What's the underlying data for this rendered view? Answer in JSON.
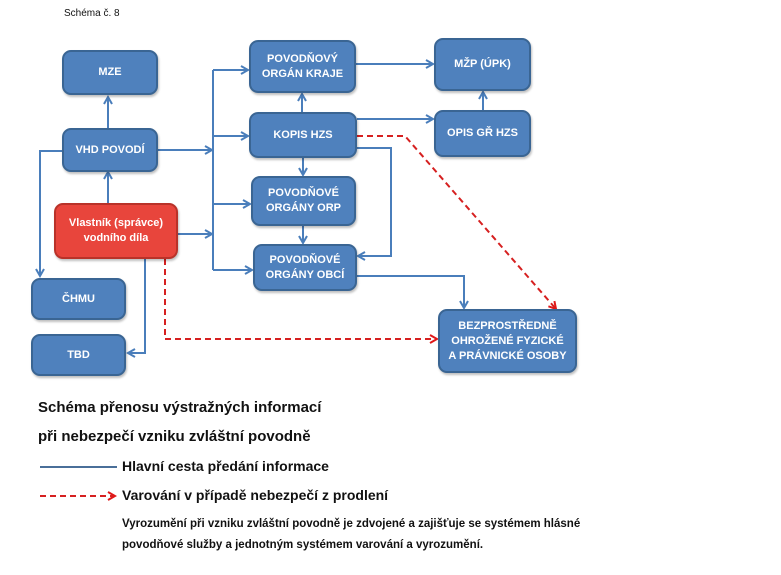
{
  "caption": "Schéma č. 8",
  "nodes": {
    "mze": "MZE",
    "vhd": "VHD POVODÍ",
    "vlastnik_1": "Vlastník (správce)",
    "vlastnik_2": "vodního díla",
    "chmu": "ČHMU",
    "tbd": "TBD",
    "kraj_1": "POVODŇOVÝ",
    "kraj_2": "ORGÁN KRAJE",
    "kopis": "KOPIS HZS",
    "orp_1": "POVODŇOVÉ",
    "orp_2": "ORGÁNY ORP",
    "obce_1": "POVODŇOVÉ",
    "obce_2": "ORGÁNY OBCÍ",
    "mzp": "MŽP (ÚPK)",
    "opis": "OPIS GŘ HZS",
    "osoby_1": "BEZPROSTŘEDNĚ",
    "osoby_2": "OHROŽENÉ FYZICKÉ",
    "osoby_3": "A PRÁVNICKÉ OSOBY"
  },
  "title": {
    "line1": "Schéma přenosu výstražných informací",
    "line2": "při nebezpečí vzniku zvláštní povodně"
  },
  "legend": {
    "main": "Hlavní cesta předání informace",
    "warning": "Varování v případě nebezpečí z prodlení"
  },
  "note": {
    "line1": "Vyrozumění při vzniku zvláštní povodně je zdvojené a zajišťuje se systémem hlásné",
    "line2": "povodňové služby a jednotným systémem varování a vyrozumění."
  },
  "colors": {
    "node_blue": "#4f81bd",
    "node_red": "#e8453c",
    "line_blue": "#4a7ebb",
    "line_red": "#d62020"
  }
}
